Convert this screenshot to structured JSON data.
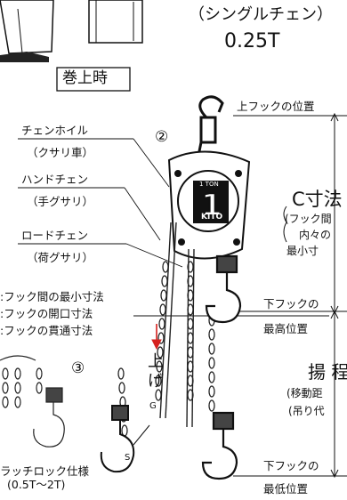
{
  "header": {
    "type_line": "（シングルチェン）",
    "capacity": "0.25T"
  },
  "illustration_top": {
    "caption": "巻上時"
  },
  "callouts": {
    "circle_2": "②",
    "chain_wheel": "チェンホイル",
    "chain_wheel_sub": "（クサリ車）",
    "hand_chain": "ハンドチェン",
    "hand_chain_sub": "（手グサリ）",
    "load_chain": "ロードチェン",
    "load_chain_sub": "（荷グサリ）"
  },
  "hoist_plate": {
    "ton": "1 TON",
    "brand": "KITO"
  },
  "dimensions": {
    "upper_hook_position": "上フックの位置",
    "c_dimension": "C寸法",
    "c_desc_1": "(フック間",
    "c_desc_2": "内々の",
    "c_desc_3": "最小寸",
    "lower_hook_a": "下フックの",
    "lower_hook_top": "最高位置",
    "lift": "揚 程",
    "lift_desc_1": "(移動距",
    "lift_desc_2": "(吊り代",
    "lower_hook_b": "下フックの",
    "lower_hook_bottom": "最低位置"
  },
  "legend": {
    "item_c": ":フック間の最小寸法",
    "item_s": ":フックの開口寸法",
    "item_g": ":フックの貫通寸法"
  },
  "arrow_text": {
    "up_1": "上",
    "up_2": "げ"
  },
  "detail": {
    "circle_3": "③",
    "latch_1": "ラッチロック仕様",
    "latch_2": "(0.5T〜2T)",
    "label_g": "G",
    "label_s": "S"
  }
}
